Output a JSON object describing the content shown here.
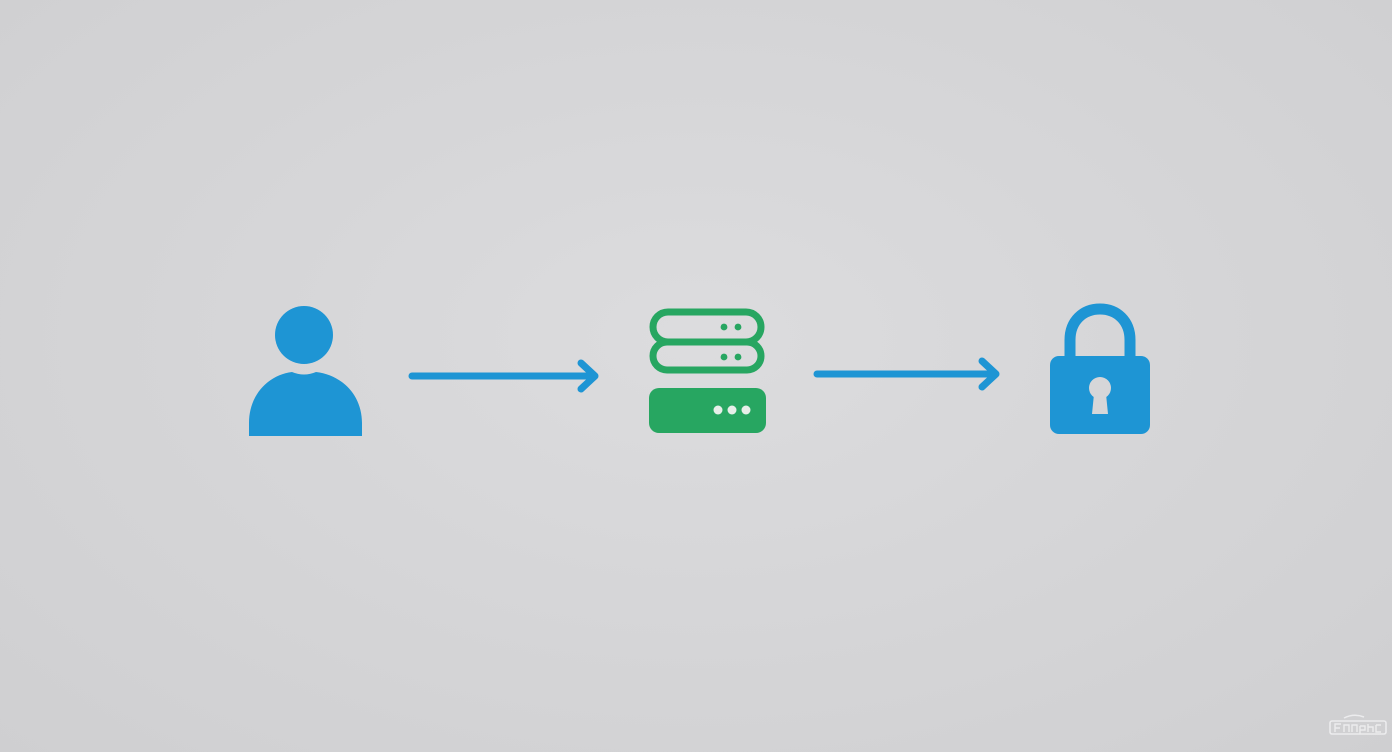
{
  "diagram": {
    "type": "flow",
    "direction": "left-to-right",
    "background": "#d6d6d8",
    "colors": {
      "primary_blue": "#1e95d4",
      "server_green": "#27a661",
      "server_dots": "#27a661",
      "background": "#d6d6d8"
    },
    "nodes": [
      {
        "id": "user",
        "icon": "user-icon",
        "label": "User",
        "color": "#1e95d4"
      },
      {
        "id": "server",
        "icon": "server-icon",
        "label": "Server",
        "color": "#27a661"
      },
      {
        "id": "lock",
        "icon": "lock-icon",
        "label": "Secure / Locked",
        "color": "#1e95d4"
      }
    ],
    "edges": [
      {
        "from": "user",
        "to": "server",
        "icon": "arrow-right-icon",
        "color": "#1e95d4"
      },
      {
        "from": "server",
        "to": "lock",
        "icon": "arrow-right-icon",
        "color": "#1e95d4"
      }
    ],
    "watermark": {
      "visible": true,
      "icon": "watermark-logo"
    }
  }
}
